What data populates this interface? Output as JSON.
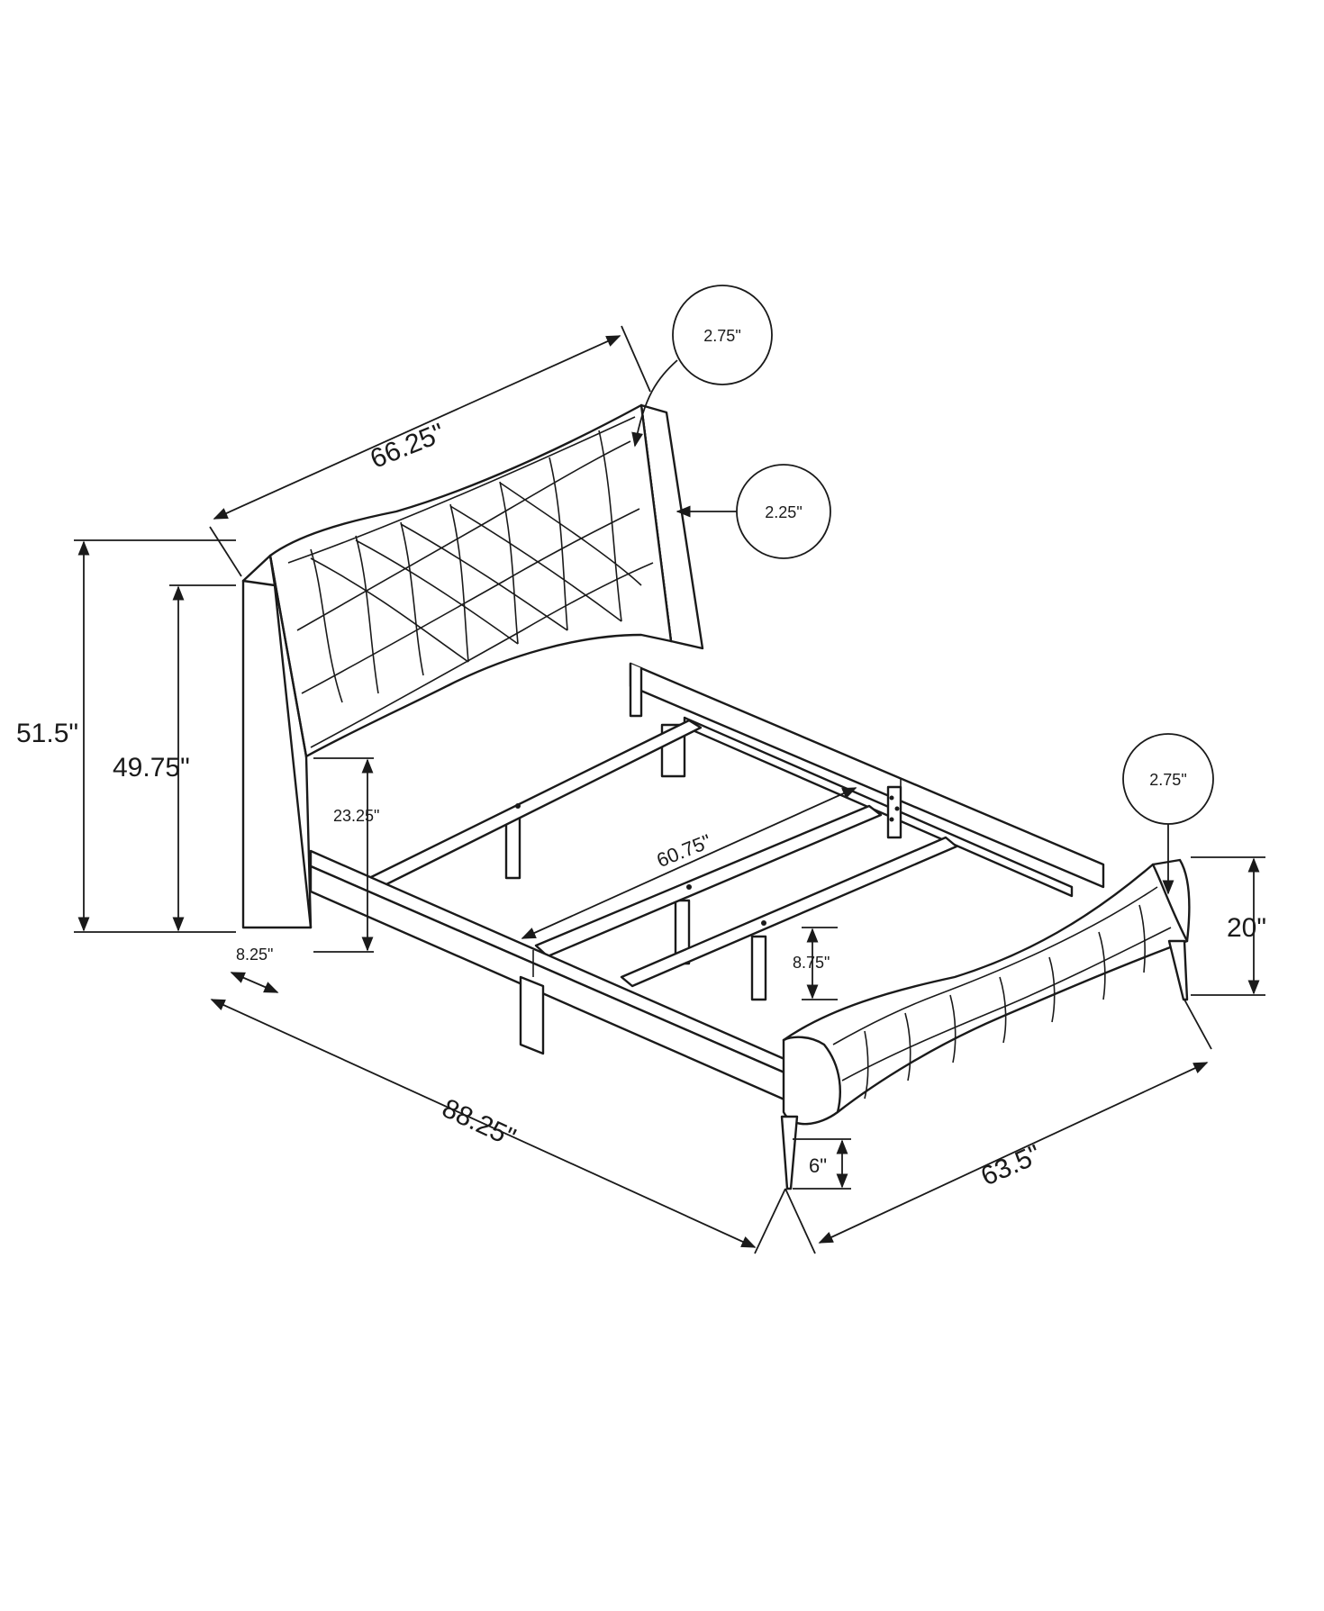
{
  "diagram": {
    "dimensions": {
      "headboard_width": "66.25\"",
      "headboard_thickness": "2.75\"",
      "wing_thickness": "2.25\"",
      "overall_height": "51.5\"",
      "wing_height": "49.75\"",
      "rail_clearance": "23.25\"",
      "inner_width": "60.75\"",
      "wing_depth": "8.25\"",
      "slat_clearance": "8.75\"",
      "footboard_thickness": "2.75\"",
      "footboard_height": "20\"",
      "overall_length": "88.25\"",
      "leg_height": "6\"",
      "overall_width": "63.5\""
    },
    "colors": {
      "line": "#1a1a1a",
      "background": "#ffffff"
    }
  }
}
